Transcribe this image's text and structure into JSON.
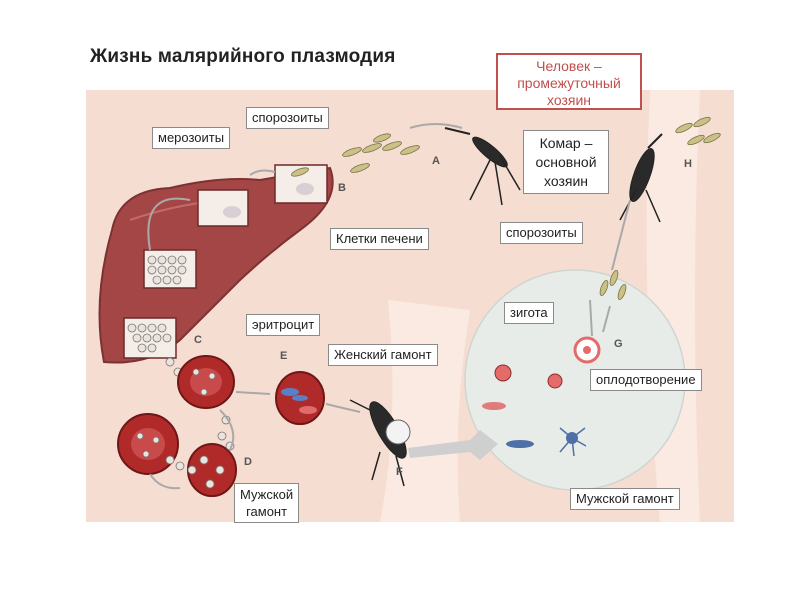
{
  "title": "Жизнь малярийного плазмодия",
  "host_human": {
    "line1": "Человек –",
    "line2": "промежуточный",
    "line3": "хозяин"
  },
  "host_mosquito": {
    "line1": "Комар –",
    "line2": "основной",
    "line3": "хозяин"
  },
  "labels": {
    "sporozoites_top": "спорозоиты",
    "merozoites": "мерозоиты",
    "liver_cells": "Клетки печени",
    "sporozoites_right": "спорозоиты",
    "zygote": "зигота",
    "erythrocyte": "эритроцит",
    "female_gamont": "Женский гамонт",
    "fertilization": "оплодотворение",
    "male_gamont_left_1": "Мужской",
    "male_gamont_left_2": "гамонт",
    "male_gamont_right": "Мужской гамонт"
  },
  "stage_letters": {
    "a": "A",
    "b": "B",
    "c": "C",
    "d": "D",
    "e": "E",
    "f": "F",
    "g": "G",
    "h": "H"
  },
  "colors": {
    "skin": "#f6ddd2",
    "skin_stripe": "#fbeae2",
    "liver": "#a54646",
    "blood_cell": "#b02a2a",
    "human_box_border": "#c0504d",
    "gut_circle": "#e8ece8"
  },
  "icons": [
    "mosquito-icon",
    "liver-icon",
    "red-blood-cell-icon",
    "sporozoite-icon"
  ]
}
